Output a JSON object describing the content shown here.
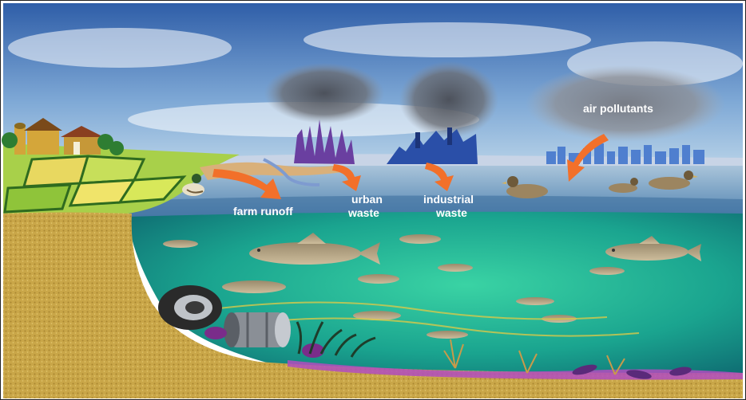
{
  "labels": {
    "air_pollutants": "air pollutants",
    "farm_runoff": "farm runoff",
    "urban_line1": "urban",
    "urban_line2": "waste",
    "industrial_line1": "industrial",
    "industrial_line2": "waste"
  },
  "colors": {
    "sky_top": "#3f6fb0",
    "sky_bottom": "#9ec3e0",
    "water_surface": "#7fa6c8",
    "water_deep": "#1f9d8c",
    "sand": "#c9a648",
    "arrow": "#f2702a",
    "smoke": "#6b6e75",
    "factory_purple": "#6a3fa0",
    "factory_blue": "#2a4fa8"
  }
}
